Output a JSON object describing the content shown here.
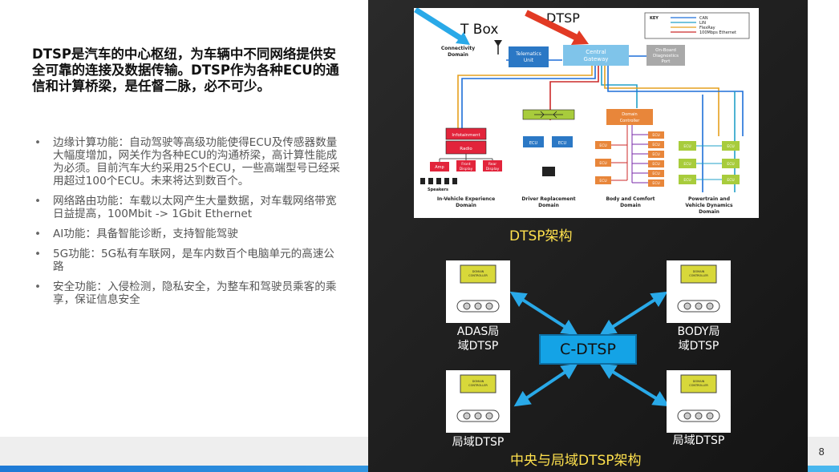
{
  "slide": {
    "headline": "DTSP是汽车的中心枢纽，为车辆中不同网络提供安全可靠的连接及数据传输。DTSP作为各种ECU的通信和计算桥梁，是任督二脉，必不可少。",
    "bullets": [
      "边缘计算功能：自动驾驶等高级功能使得ECU及传感器数量大幅度增加，网关作为各种ECU的沟通桥梁，高计算性能成为必须。目前汽车大约采用25个ECU，一些高端型号已经采用超过100个ECU。未来将达到数百个。",
      "网络路由功能：车载以太网产生大量数据，对车载网络带宽日益提高，100Mbit -> 1Gbit Ethernet",
      "AI功能：具备智能诊断，支持智能驾驶",
      "5G功能：5G私有车联网，是车内数百个电脑单元的高速公路",
      "安全功能：入侵检测，隐私安全，为整车和驾驶员乘客的乘享，保证信息安全"
    ],
    "page_number": "8"
  },
  "diagram": {
    "tbox_label": "T Box",
    "dtsp_label": "DTSP",
    "connectivity_domain": [
      "Connectivity",
      "Domain"
    ],
    "telematics": [
      "Telematics",
      "Unit"
    ],
    "central_gateway": [
      "Central",
      "Gateway"
    ],
    "obd": [
      "On-Board",
      "Diagnostics",
      "Port"
    ],
    "key_title": "KEY",
    "key_items": [
      "CAN",
      "LIN",
      "FlexRay",
      "100Mbps Ethernet"
    ],
    "key_colors": [
      "#1e6fd9",
      "#22a0c8",
      "#e6a01e",
      "#cc2a2a"
    ],
    "infotainment": "Infotainment",
    "radio": "Radio",
    "amp": "Amp",
    "front_display": [
      "Front",
      "Display"
    ],
    "rear_display": [
      "Rear",
      "Display"
    ],
    "speakers": "Speakers",
    "ecu": "ECU",
    "domain_controller": [
      "Domain",
      "Controller"
    ],
    "domains": [
      [
        "In-Vehicle Experience",
        "Domain"
      ],
      [
        "Driver Replacement",
        "Domain"
      ],
      [
        "Body and Comfort",
        "Domain"
      ],
      [
        "Powertrain and",
        "Vehicle Dynamics",
        "Domain"
      ]
    ]
  },
  "captions": {
    "dtsp_arch": "DTSP架构",
    "central_domain_arch": "中央与局域DTSP架构"
  },
  "topology": {
    "center": "C-DTSP",
    "adas": [
      "ADAS局",
      "域DTSP"
    ],
    "body": [
      "BODY局",
      "域DTSP"
    ],
    "bottom_left": "局域DTSP",
    "bottom_right": "局域DTSP",
    "controller_text": [
      "DOMAIN",
      "CONTROLLER"
    ],
    "node_text": "ECU"
  }
}
